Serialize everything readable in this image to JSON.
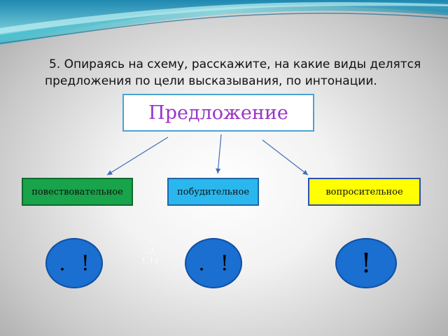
{
  "instruction": {
    "line1": "5. Опираясь на схему, расскажите, на какие виды делятся",
    "line2": "предложения по цели высказывания, по интонации."
  },
  "diagram": {
    "root": "Предложение",
    "types": [
      {
        "label": "повествовательное",
        "color": "#19a34a"
      },
      {
        "label": "побудительное",
        "color": "#2ab7ee"
      },
      {
        "label": "вопросительное",
        "color": "#ffff00"
      }
    ],
    "circles": [
      {
        "left": ".",
        "right": "!"
      },
      {
        "left": ".",
        "right": "!"
      },
      {
        "center": "!"
      }
    ],
    "small_marks": [
      "-",
      "...!.",
      "! .! ı"
    ]
  },
  "colors": {
    "title_text": "#9a35c8",
    "box_border": "#4aa3d6",
    "arrow": "#3d6fb8",
    "circle_fill": "#1a6fd0"
  }
}
